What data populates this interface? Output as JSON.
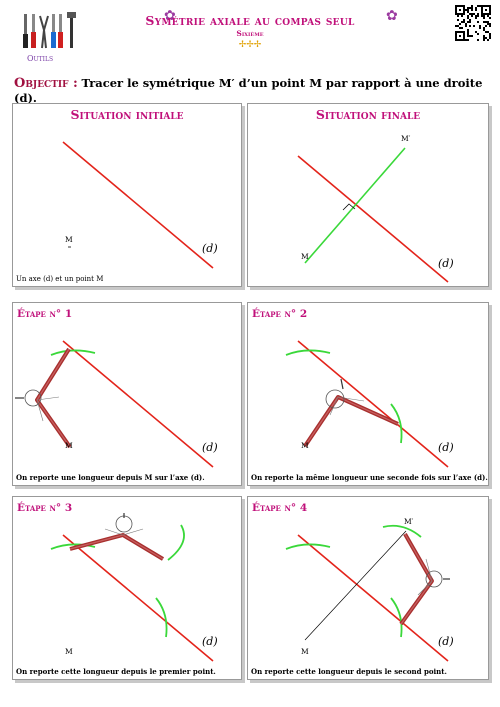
{
  "header": {
    "title": "Symétrie axiale au compas seul",
    "subtitle": "Sixième",
    "decoration": "✢✢✢",
    "flower_left": "✿",
    "flower_right": "✿",
    "tools_label": "Outils"
  },
  "objective": {
    "label": "Objectif :",
    "text": "Tracer le symétrique M′ d’un point M par rapport à une droite (d)."
  },
  "panels": {
    "initial": {
      "title": "Situation initiale",
      "caption": "Un axe (d) et un point M",
      "line_label": "(d)",
      "point_label": "M"
    },
    "final": {
      "title": "Situation finale",
      "line_label": "(d)",
      "point_label": "M",
      "image_label": "M′"
    },
    "step1": {
      "title": "Étape n° 1",
      "caption": "On reporte une longueur depuis M sur l’axe (d).",
      "line_label": "(d)",
      "point_label": "M"
    },
    "step2": {
      "title": "Étape n° 2",
      "caption": "On reporte la même longueur une seconde fois sur l’axe (d).",
      "line_label": "(d)",
      "point_label": "M"
    },
    "step3": {
      "title": "Étape n° 3",
      "caption": "On reporte cette longueur depuis le premier point.",
      "line_label": "(d)",
      "point_label": "M"
    },
    "step4": {
      "title": "Étape n° 4",
      "caption": "On reporte cette longueur depuis le second point.",
      "line_label": "(d)",
      "point_label": "M",
      "image_label": "M′"
    }
  },
  "colors": {
    "accent": "#c0107a",
    "axis": "#e3241b",
    "construction": "#3ad83a",
    "compass": "#a8302f"
  }
}
